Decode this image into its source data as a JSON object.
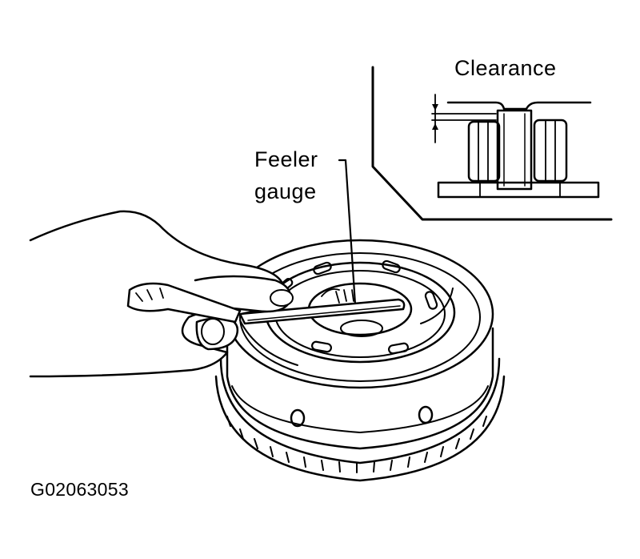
{
  "labels": {
    "clearance": "Clearance",
    "feeler_line1": "Feeler",
    "feeler_line2": "gauge",
    "figure_code": "G02063053"
  },
  "colors": {
    "ink": "#000000",
    "paper": "#ffffff"
  }
}
